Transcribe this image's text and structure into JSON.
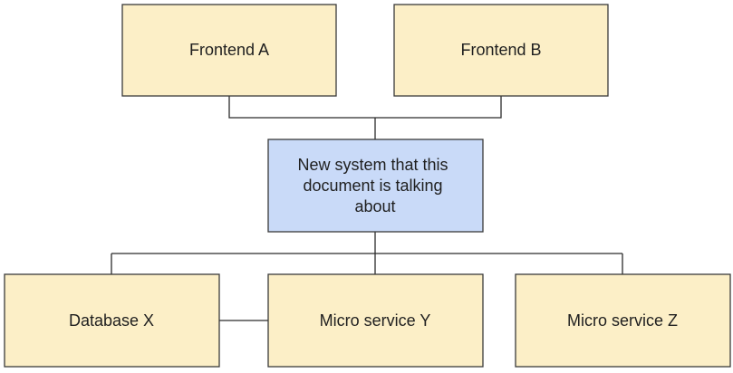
{
  "colors": {
    "box_fill": "#fcefc7",
    "highlight_fill": "#c9daf8",
    "border": "#3a3a3a",
    "line": "#2b2b2b",
    "text": "#1f1f1f"
  },
  "nodes": {
    "frontend_a": {
      "label": "Frontend A"
    },
    "frontend_b": {
      "label": "Frontend B"
    },
    "new_system": {
      "lines": [
        "New system that this",
        "document is talking",
        "about"
      ]
    },
    "database_x": {
      "label": "Database X"
    },
    "micro_service_y": {
      "label": "Micro service Y"
    },
    "micro_service_z": {
      "label": "Micro service Z"
    }
  }
}
